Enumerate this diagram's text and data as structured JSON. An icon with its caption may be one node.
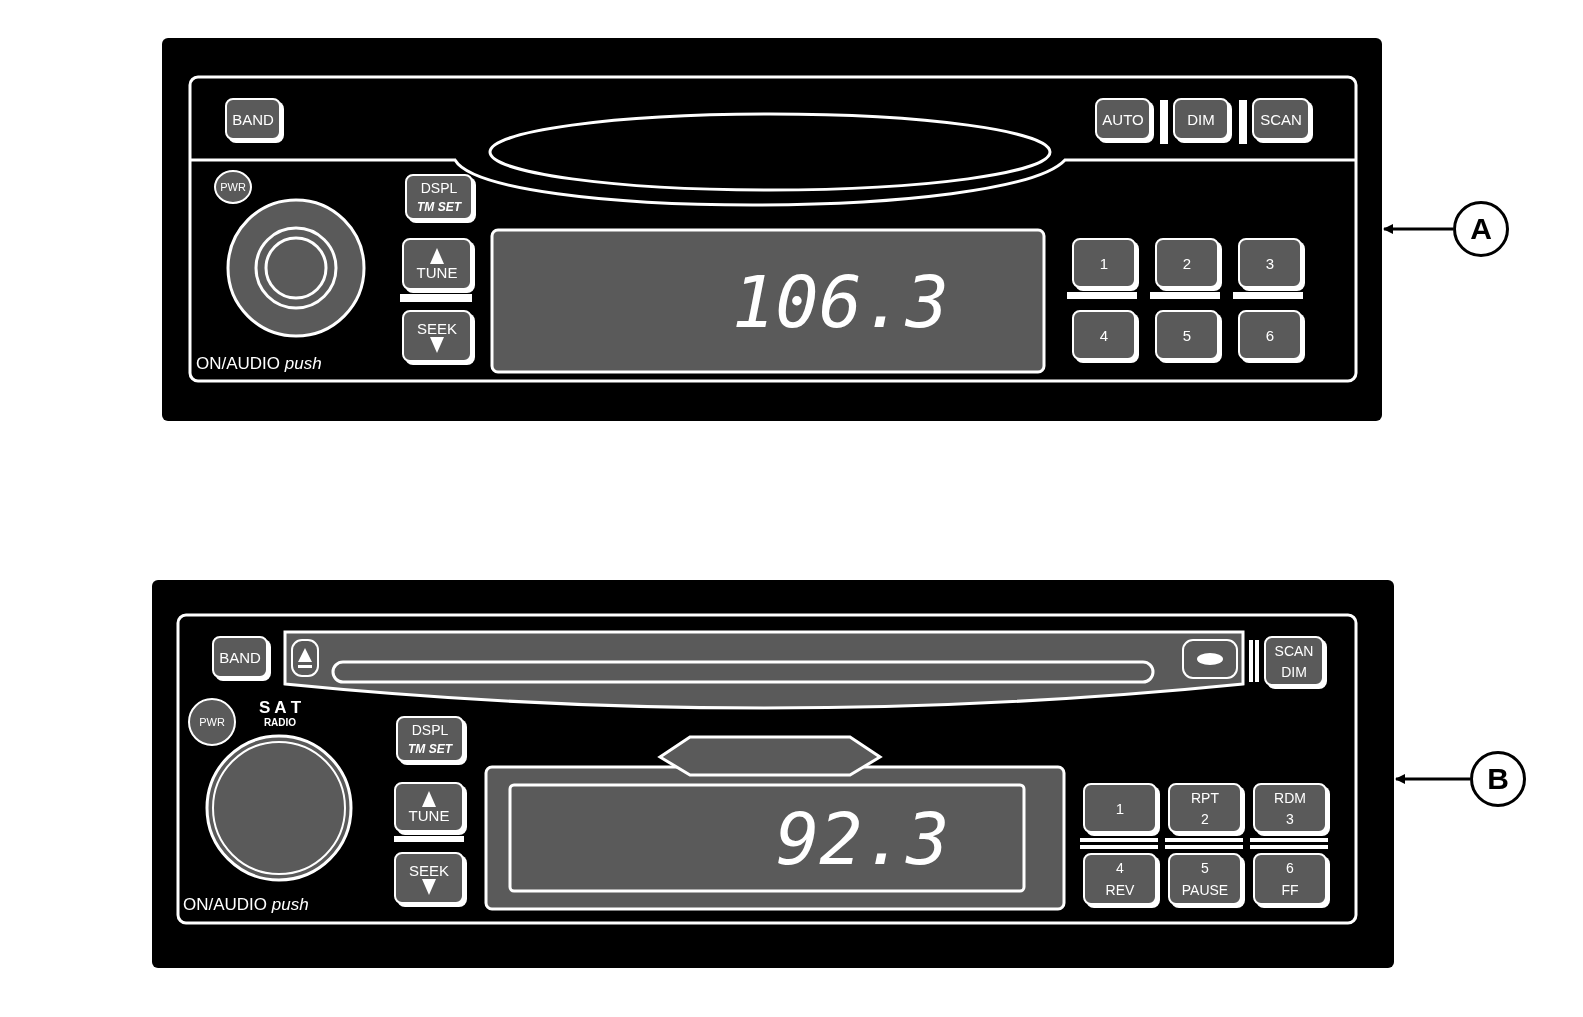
{
  "diagram": {
    "nodes": [
      {
        "text": [],
        "shape": "box"
      },
      {
        "text": [
          "A"
        ]
      },
      {
        "text": [],
        "shape": "box"
      },
      {
        "text": [
          "B"
        ]
      }
    ],
    "edges": [
      {
        "from": 1,
        "to": 0,
        "arrow": "to"
      },
      {
        "from": 3,
        "to": 2,
        "arrow": "to"
      }
    ],
    "labels": [
      "BAND",
      "AUTO",
      "DIM",
      "SCAN",
      "PWR",
      "DSPL",
      "TM SET",
      "TUNE",
      "106.3",
      "1",
      "2",
      "3",
      "SEEK",
      "4",
      "5",
      "6",
      "ON/AUDIO *push*",
      "BAND",
      "SCAN",
      "DIM",
      "PWR",
      "S A T",
      "RADIO",
      "DSPL",
      "TM SET",
      "TUNE",
      "92.3",
      "1",
      "RPT",
      "2",
      "RDM",
      "3",
      "SEEK",
      "4",
      "REV",
      "5",
      "PAUSE",
      "6",
      "FF",
      "ON/AUDIO *push*"
    ]
  }
}
